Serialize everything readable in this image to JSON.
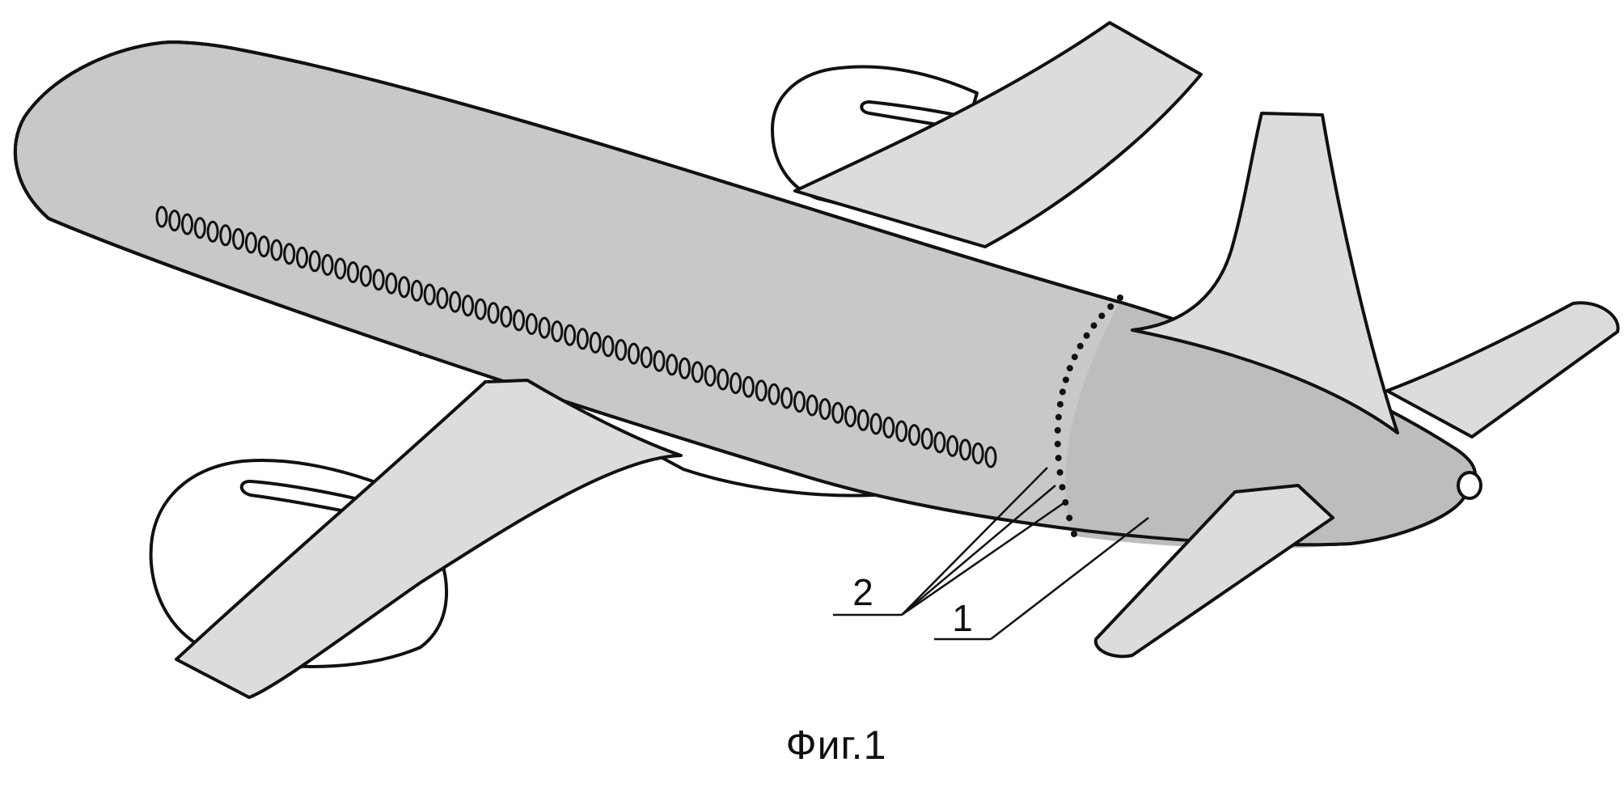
{
  "figure": {
    "caption": "Фиг.1",
    "labels": {
      "seals": "2",
      "tail_section": "1"
    }
  },
  "colors": {
    "fuselage": "#c8c8c8",
    "tail_section": "#bdbdbd",
    "wings": "#dcdcdc",
    "engines": "#ffffff",
    "outline": "#111111"
  },
  "illustration": {
    "subject": "airplane",
    "window_count": 66,
    "seal_point_count": 20
  }
}
